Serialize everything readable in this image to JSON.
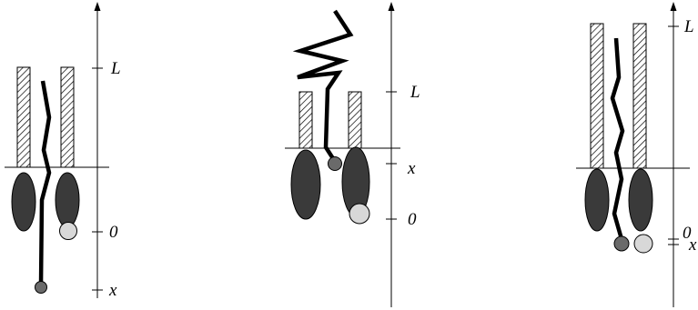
{
  "panels": [
    {
      "labels": [
        "L",
        "0",
        "x"
      ]
    },
    {
      "labels": [
        "L",
        "x",
        "0"
      ]
    },
    {
      "labels": [
        "L",
        "0",
        "x"
      ]
    }
  ],
  "colors": {
    "ellipse_fill": "#3a3a3a",
    "light_ball": "#d8d8d8",
    "dark_ball": "#6a6a6a",
    "hatch": "#000000",
    "line": "#000000"
  }
}
